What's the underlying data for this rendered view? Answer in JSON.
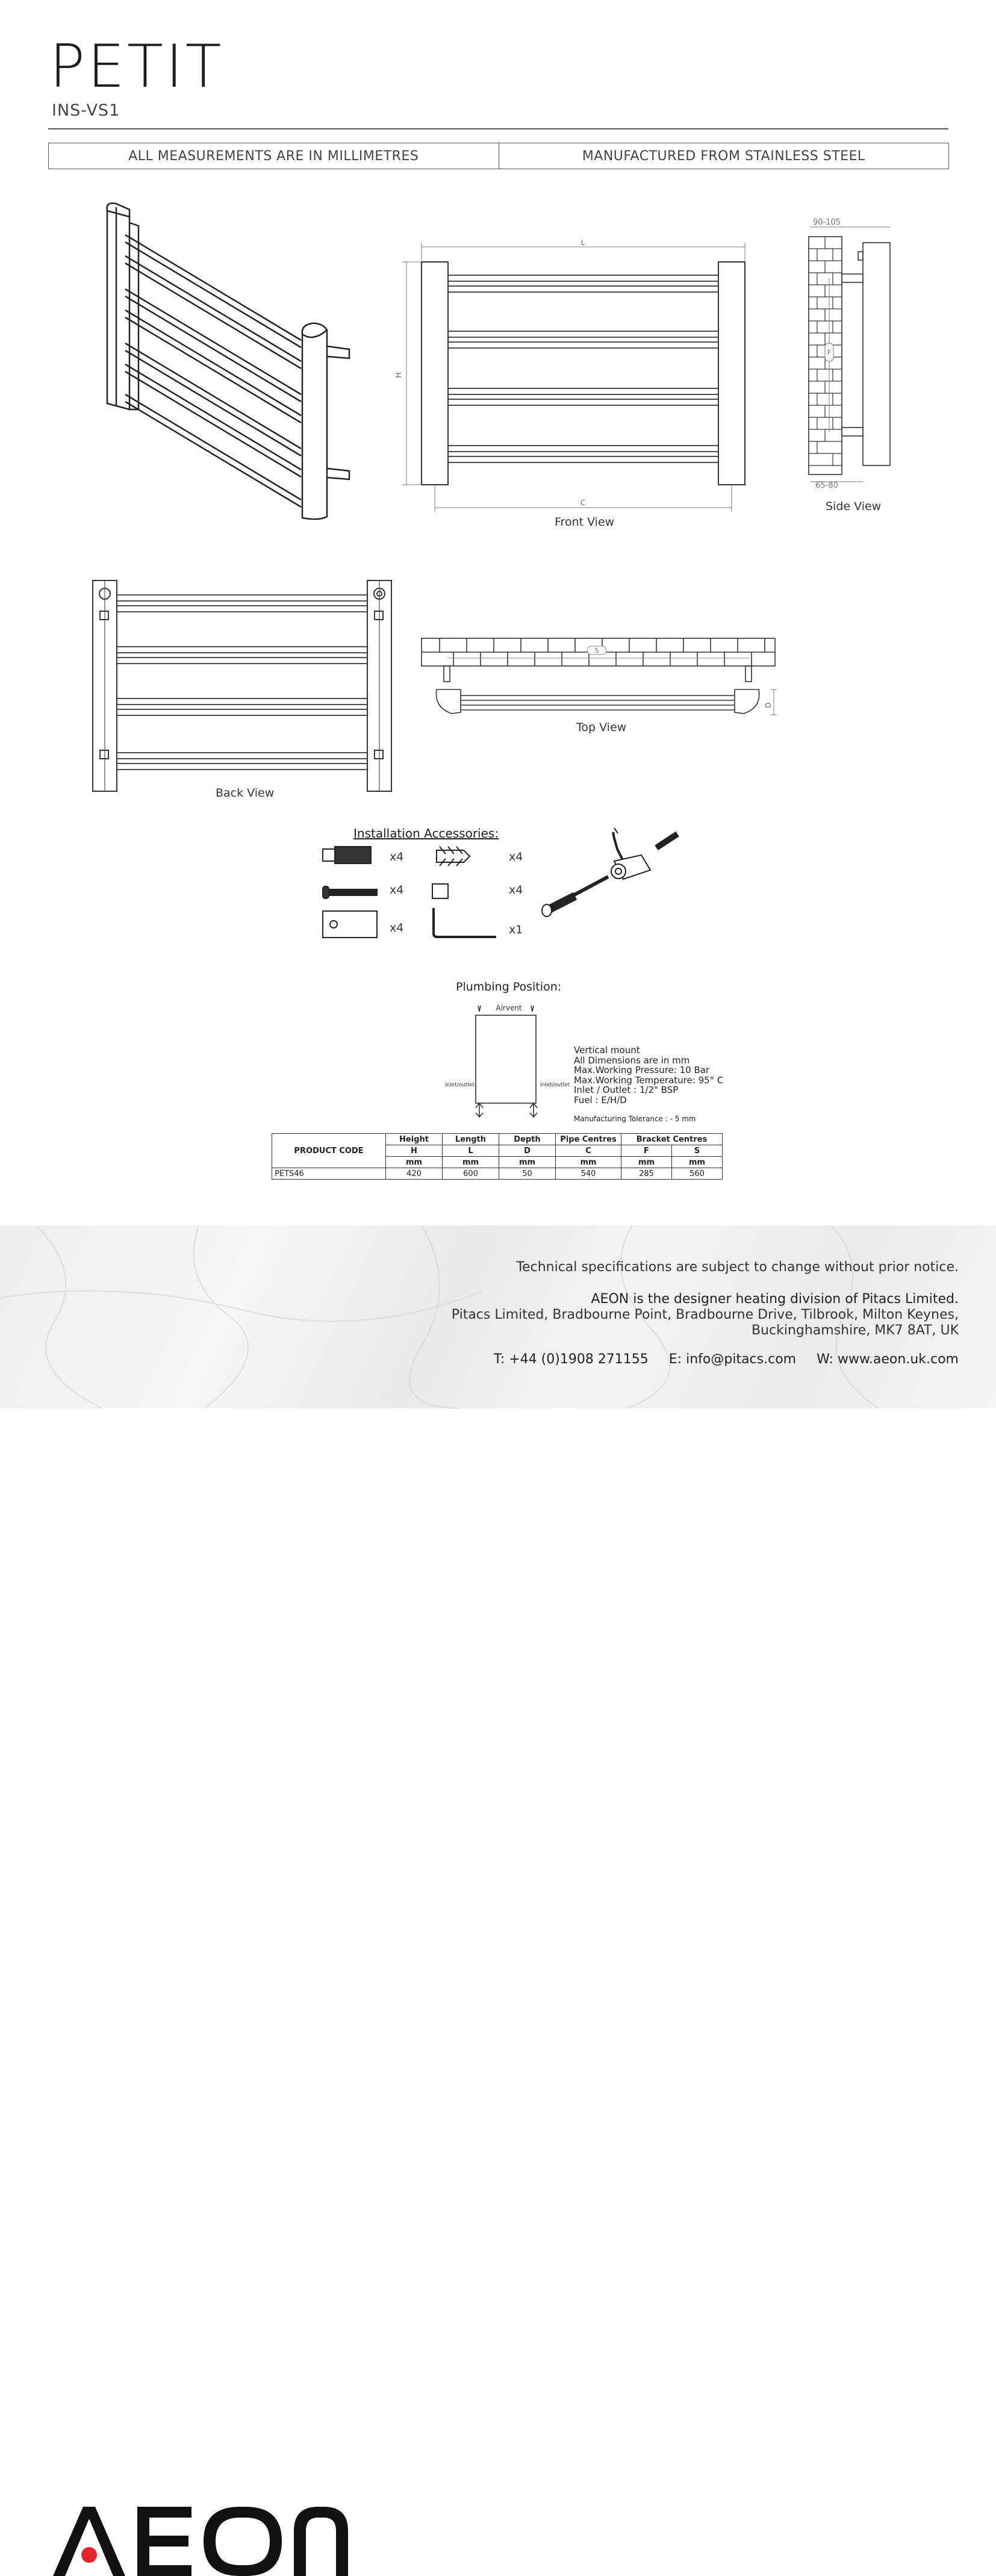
{
  "header": {
    "title": "PETIT",
    "code": "INS-VS1"
  },
  "info_bar": {
    "left": "ALL MEASUREMENTS ARE IN MILLIMETRES",
    "right": "MANUFACTURED FROM STAINLESS STEEL"
  },
  "views": {
    "front": "Front View",
    "side": "Side View",
    "back": "Back View",
    "top": "Top View"
  },
  "dimension_labels": {
    "L": "L",
    "H": "H",
    "C": "C",
    "F": "F",
    "S": "S",
    "D": "D",
    "side_top": "90-105",
    "side_bottom": "65-80"
  },
  "accessories": {
    "title": "Installation Accessories:",
    "quantities": [
      "x4",
      "x4",
      "x4",
      "x4",
      "x4",
      "x1"
    ]
  },
  "plumbing": {
    "title": "Plumbing Position:",
    "airvent": "Airvent",
    "inlet_left": "inlet/outlet",
    "inlet_right": "inlet/outlet",
    "notes": [
      "Vertical mount",
      "All Dimensions are in mm",
      "Max.Working Pressure: 10 Bar",
      "Max.Working Temperature: 95° C",
      "Inlet / Outlet : 1/2\" BSP",
      "Fuel : E/H/D"
    ],
    "tolerance": "Manufacturing Tolerance : - 5 mm"
  },
  "spec_table": {
    "product_code_label": "PRODUCT CODE",
    "headers": [
      "Height",
      "Length",
      "Depth",
      "Pipe Centres",
      "Bracket Centres"
    ],
    "letters": [
      "H",
      "L",
      "D",
      "C",
      "F",
      "S"
    ],
    "units": [
      "mm",
      "mm",
      "mm",
      "mm",
      "mm",
      "mm"
    ],
    "rows": [
      {
        "code": "PETS46",
        "values": [
          "420",
          "600",
          "50",
          "540",
          "285",
          "560"
        ]
      }
    ]
  },
  "footer": {
    "brand": "AEON",
    "notice": "Technical specifications are subject to change without prior notice.",
    "division": "AEON is the designer heating division of Pitacs Limited.",
    "address1": "Pitacs Limited, Bradbourne Point, Bradbourne Drive, Tilbrook, Milton Keynes,",
    "address2": "Buckinghamshire, MK7 8AT, UK",
    "phone": "T: +44 (0)1908 271155",
    "email": "E: info@pitacs.com",
    "web": "W: www.aeon.uk.com",
    "logo_dot_color": "#e3242b"
  }
}
